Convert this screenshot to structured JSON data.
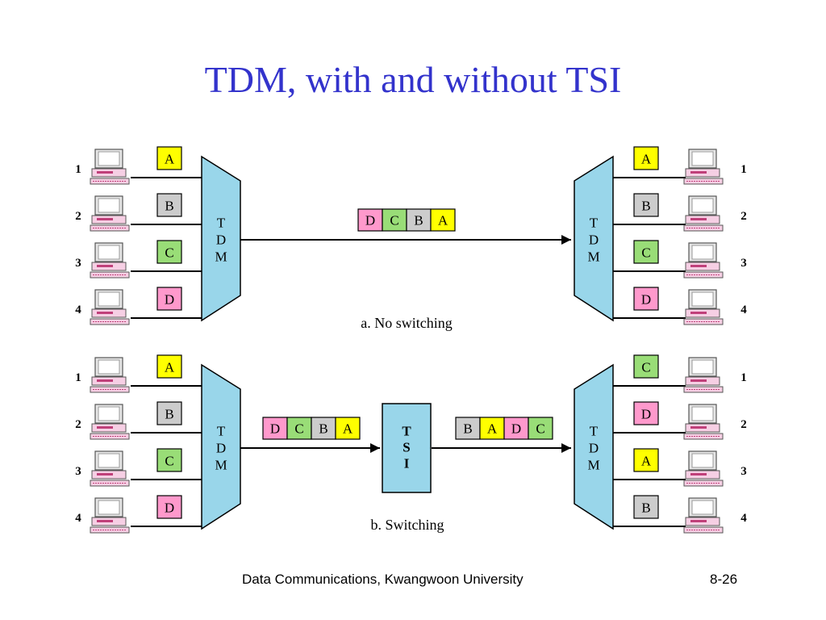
{
  "title": "TDM, with and without TSI",
  "footer": {
    "text": "Data Communications, Kwangwoon University",
    "page": "8-26"
  },
  "colors": {
    "A": "#ffff00",
    "B": "#cccccc",
    "C": "#99dd77",
    "D": "#ff99cc",
    "mux": "#99d6ea",
    "title": "#3333cc"
  },
  "panels": [
    {
      "caption": "a. No switching",
      "mux_left": [
        "T",
        "D",
        "M"
      ],
      "mux_right": [
        "T",
        "D",
        "M"
      ],
      "senders": [
        {
          "number": "1",
          "label": "A"
        },
        {
          "number": "2",
          "label": "B"
        },
        {
          "number": "3",
          "label": "C"
        },
        {
          "number": "4",
          "label": "D"
        }
      ],
      "receivers": [
        {
          "number": "1",
          "label": "A"
        },
        {
          "number": "2",
          "label": "B"
        },
        {
          "number": "3",
          "label": "C"
        },
        {
          "number": "4",
          "label": "D"
        }
      ],
      "frame_in": [
        "D",
        "C",
        "B",
        "A"
      ]
    },
    {
      "caption": "b. Switching",
      "mux_left": [
        "T",
        "D",
        "M"
      ],
      "mux_right": [
        "T",
        "D",
        "M"
      ],
      "tsi": [
        "T",
        "S",
        "I"
      ],
      "senders": [
        {
          "number": "1",
          "label": "A"
        },
        {
          "number": "2",
          "label": "B"
        },
        {
          "number": "3",
          "label": "C"
        },
        {
          "number": "4",
          "label": "D"
        }
      ],
      "receivers": [
        {
          "number": "1",
          "label": "C"
        },
        {
          "number": "2",
          "label": "D"
        },
        {
          "number": "3",
          "label": "A"
        },
        {
          "number": "4",
          "label": "B"
        }
      ],
      "frame_in": [
        "D",
        "C",
        "B",
        "A"
      ],
      "frame_out": [
        "B",
        "A",
        "D",
        "C"
      ]
    }
  ]
}
